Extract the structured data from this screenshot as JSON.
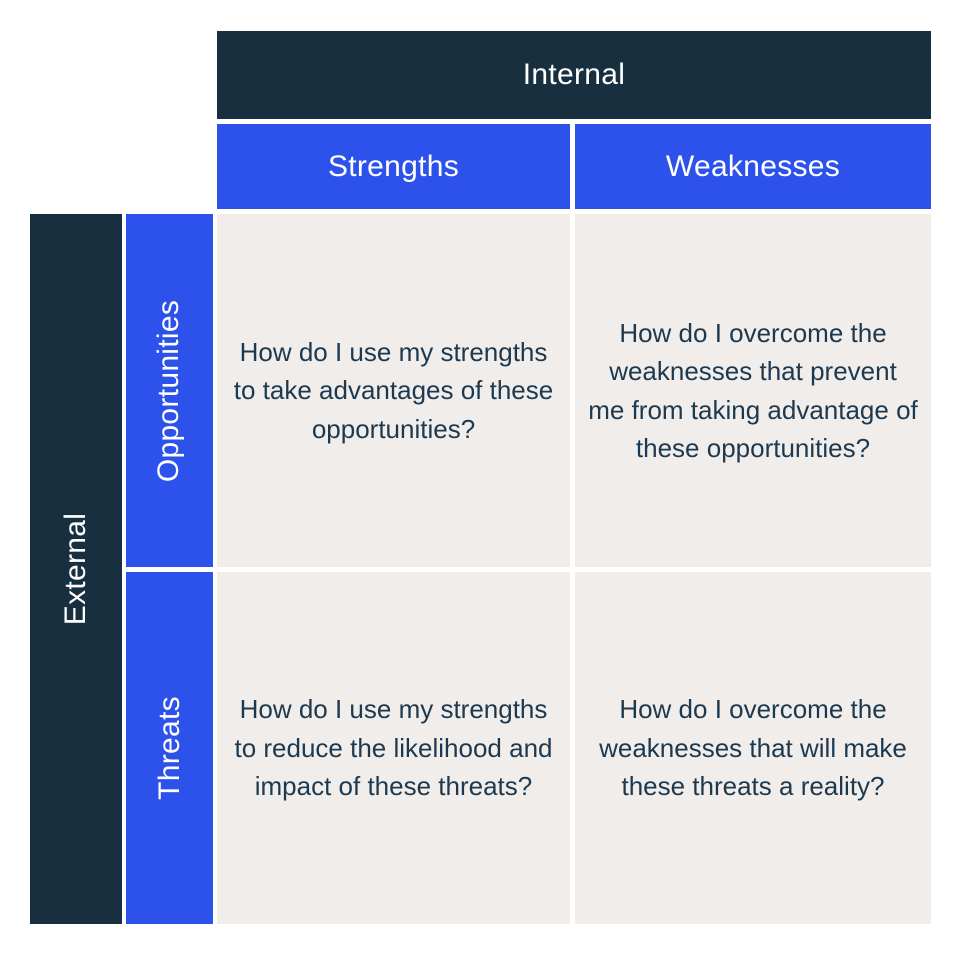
{
  "colors": {
    "dark_navy": "#172f3e",
    "blue": "#2c52eb",
    "cell_bg": "#f0edea",
    "text_dark": "#1d3950"
  },
  "axes": {
    "internal": "Internal",
    "external": "External"
  },
  "columns": [
    {
      "label": "Strengths"
    },
    {
      "label": "Weaknesses"
    }
  ],
  "rows": [
    {
      "label": "Opportunities"
    },
    {
      "label": "Threats"
    }
  ],
  "cells": {
    "strengths_opportunities": "How do I use my strengths to take advantages of these opportunities?",
    "weaknesses_opportunities": "How do I overcome the weaknesses that prevent me from taking advantage of these opportunities?",
    "strengths_threats": "How do I use my strengths to reduce the likelihood and impact of these threats?",
    "weaknesses_threats": "How do I overcome the weaknesses that will make these threats a reality?"
  }
}
